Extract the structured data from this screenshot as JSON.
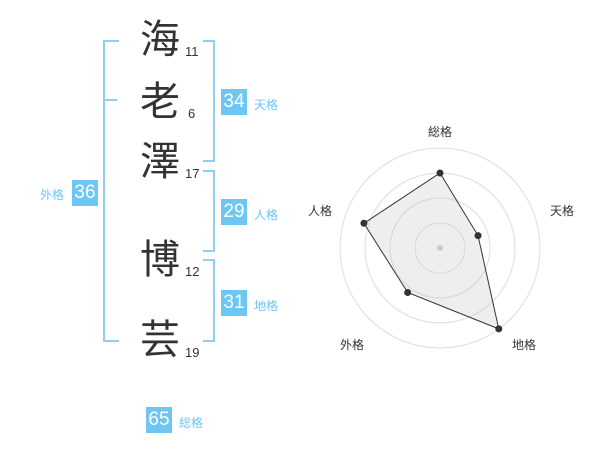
{
  "characters": [
    {
      "char": "海",
      "strokes": "11"
    },
    {
      "char": "老",
      "strokes": "6"
    },
    {
      "char": "澤",
      "strokes": "17"
    },
    {
      "char": "博",
      "strokes": "12"
    },
    {
      "char": "芸",
      "strokes": "19"
    }
  ],
  "kakusu": {
    "tenkaku": {
      "value": "34",
      "label": "天格"
    },
    "jinkaku": {
      "value": "29",
      "label": "人格"
    },
    "chikaku": {
      "value": "31",
      "label": "地格"
    },
    "gaikaku": {
      "value": "36",
      "label": "外格"
    },
    "soukaku": {
      "value": "65",
      "label": "総格"
    }
  },
  "colors": {
    "accent": "#6ec6f2",
    "bracket": "#8ecff2",
    "text": "#333333"
  },
  "chart_data": {
    "type": "radar",
    "axes": [
      "総格",
      "天格",
      "地格",
      "外格",
      "人格"
    ],
    "values": [
      0.75,
      0.4,
      1.0,
      0.55,
      0.8
    ],
    "scale_max": 1.0,
    "rings": 4
  }
}
